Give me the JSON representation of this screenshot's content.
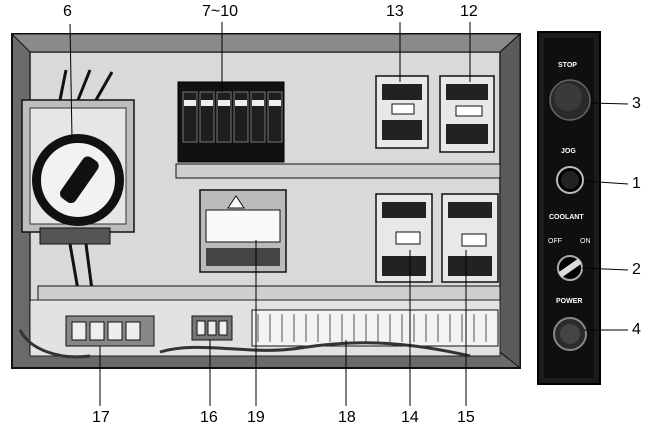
{
  "callouts": {
    "c6": "6",
    "c7_10": "7~10",
    "c13": "13",
    "c12": "12",
    "c3": "3",
    "c1": "1",
    "c2": "2",
    "c4": "4",
    "c17": "17",
    "c16": "16",
    "c19": "19",
    "c18": "18",
    "c14": "14",
    "c15": "15"
  },
  "control_panel": {
    "stop_label": "STOP",
    "jog_label": "JOG",
    "coolant_label": "COOLANT",
    "off_label": "OFF",
    "on_label": "ON",
    "power_label": "POWER"
  }
}
